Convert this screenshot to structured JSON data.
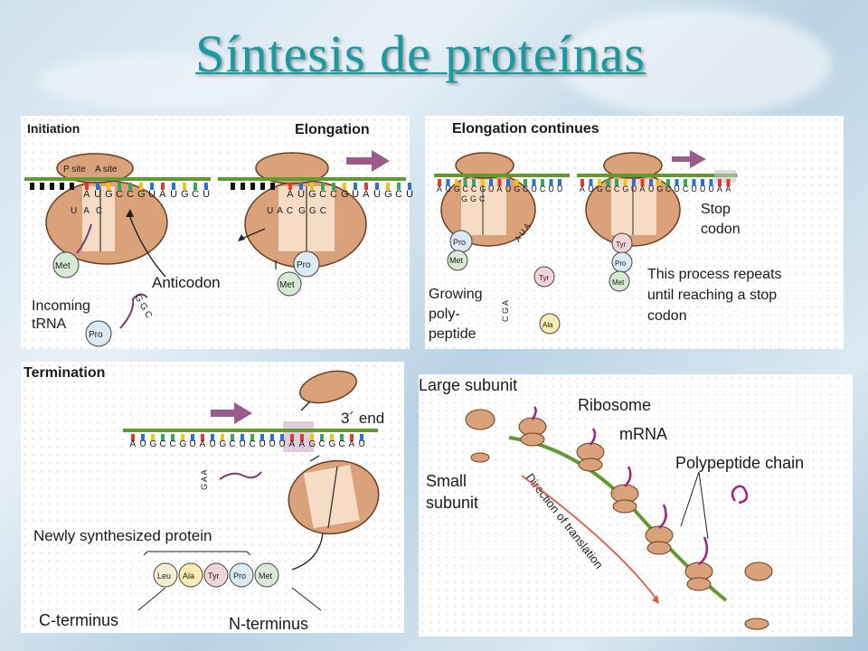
{
  "title": "Síntesis de proteínas",
  "panel1": {
    "initiation": "Initiation",
    "elongation": "Elongation",
    "p_site": "P site",
    "a_site": "A site",
    "mrna_letters": [
      "A",
      "U",
      "G",
      "C",
      "C",
      "G",
      "U",
      "A",
      "U",
      "G",
      "C",
      "U"
    ],
    "anticodon_uac": [
      "U",
      "A",
      "C"
    ],
    "anticodon_ggc": [
      "G",
      "G",
      "C"
    ],
    "met": "Met",
    "pro": "Pro",
    "anticodon_label": "Anticodon",
    "incoming": "Incoming",
    "trna": "tRNA"
  },
  "panel2": {
    "heading": "Elongation continues",
    "mrna_left": [
      "A",
      "U",
      "G",
      "C",
      "C",
      "G",
      "U",
      "A",
      "U",
      "G",
      "C",
      "U",
      "C",
      "U",
      "U"
    ],
    "mrna_right": [
      "A",
      "U",
      "G",
      "C",
      "C",
      "G",
      "U",
      "A",
      "U",
      "G",
      "C",
      "U",
      "C",
      "U",
      "U",
      "U",
      "A",
      "A"
    ],
    "ggc": [
      "G",
      "G",
      "C"
    ],
    "uau": "A U A",
    "cga": "C G A",
    "pro": "Pro",
    "met": "Met",
    "tyr": "Tyr",
    "ala": "Ala",
    "stop1": "Stop",
    "stop2": "codon",
    "grow1": "Growing",
    "grow2": "poly-",
    "grow3": "peptide",
    "repeat1": "This process repeats",
    "repeat2": "until reaching a stop",
    "repeat3": "codon"
  },
  "panel3": {
    "heading": "Termination",
    "three_end": "3´ end",
    "mrna_letters": [
      "A",
      "U",
      "G",
      "C",
      "C",
      "G",
      "U",
      "A",
      "U",
      "G",
      "C",
      "U",
      "C",
      "U",
      "U",
      "U",
      "A",
      "A",
      "G",
      "C",
      "G",
      "C",
      "A",
      "U"
    ],
    "gaa": "G A A",
    "newly": "Newly synthesized protein",
    "chain": [
      "Leu",
      "Ala",
      "Tyr",
      "Pro",
      "Met"
    ],
    "c_term": "C-terminus",
    "n_term": "N-terminus"
  },
  "panel4": {
    "large": "Large subunit",
    "ribosome": "Ribosome",
    "mrna": "mRNA",
    "small1": "Small",
    "small2": "subunit",
    "polypeptide": "Polypeptide chain",
    "direction": "Direction of translation"
  },
  "colors": {
    "ribosome": "#d9a27a",
    "ribosome_stroke": "#6b3e1e",
    "mrna": "#5f9b2e",
    "arrow": "#9b5b8a",
    "title": "#1a9aa0"
  }
}
